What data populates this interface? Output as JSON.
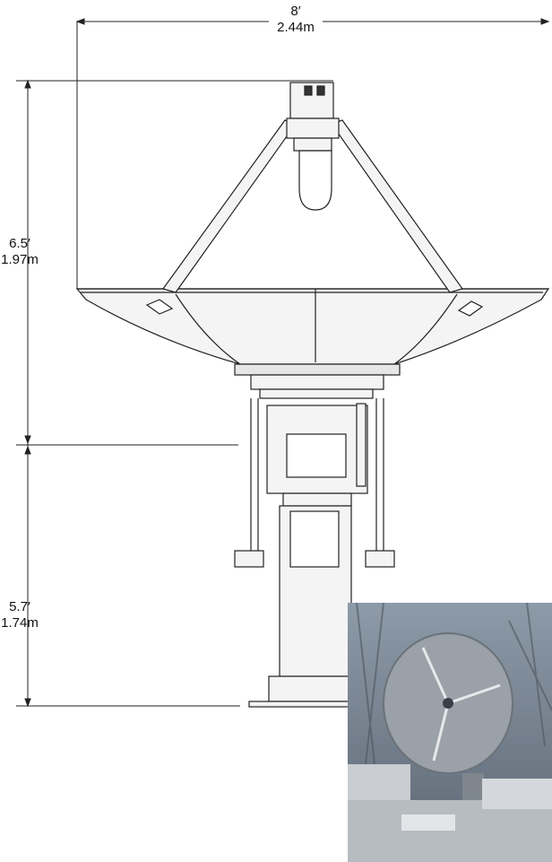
{
  "dimensions": {
    "width": {
      "feet": "8′",
      "meters": "2.44m"
    },
    "height_upper": {
      "feet": "6.5′",
      "meters": "1.97m"
    },
    "height_lower": {
      "feet": "5.7′",
      "meters": "1.74m"
    }
  },
  "photo": {
    "icon": "antenna-photo"
  },
  "colors": {
    "line": "#222222",
    "fill": "#f4f4f4",
    "shade": "#e6e6e6"
  }
}
